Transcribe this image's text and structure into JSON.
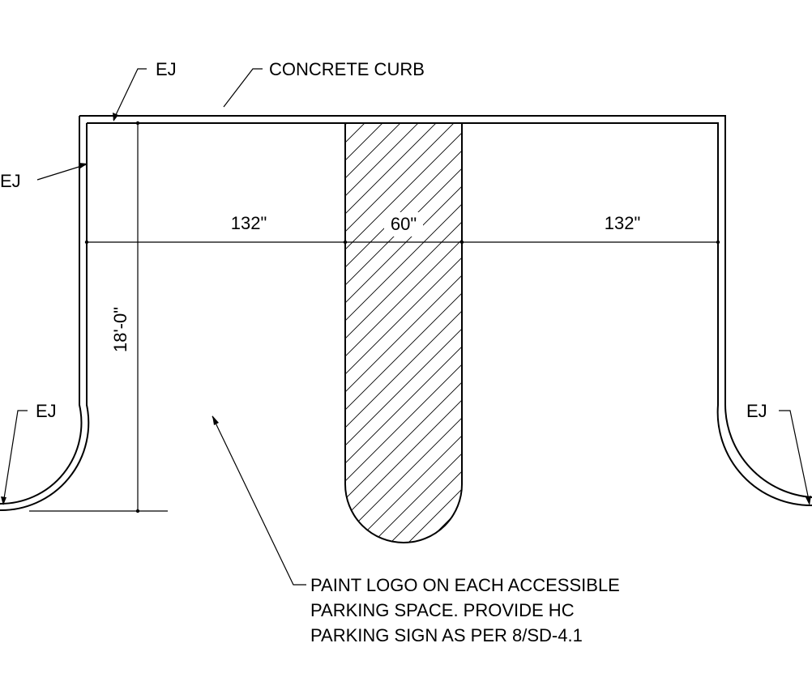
{
  "labels": {
    "concrete_curb": "CONCRETE CURB",
    "ej": "EJ",
    "note": [
      "PAINT LOGO ON EACH ACCESSIBLE",
      "PARKING SPACE. PROVIDE HC",
      "PARKING SIGN AS PER 8/SD-4.1"
    ]
  },
  "dimensions": {
    "left_width": "132\"",
    "aisle_width": "60\"",
    "right_width": "132\"",
    "depth": "18'-0\""
  }
}
